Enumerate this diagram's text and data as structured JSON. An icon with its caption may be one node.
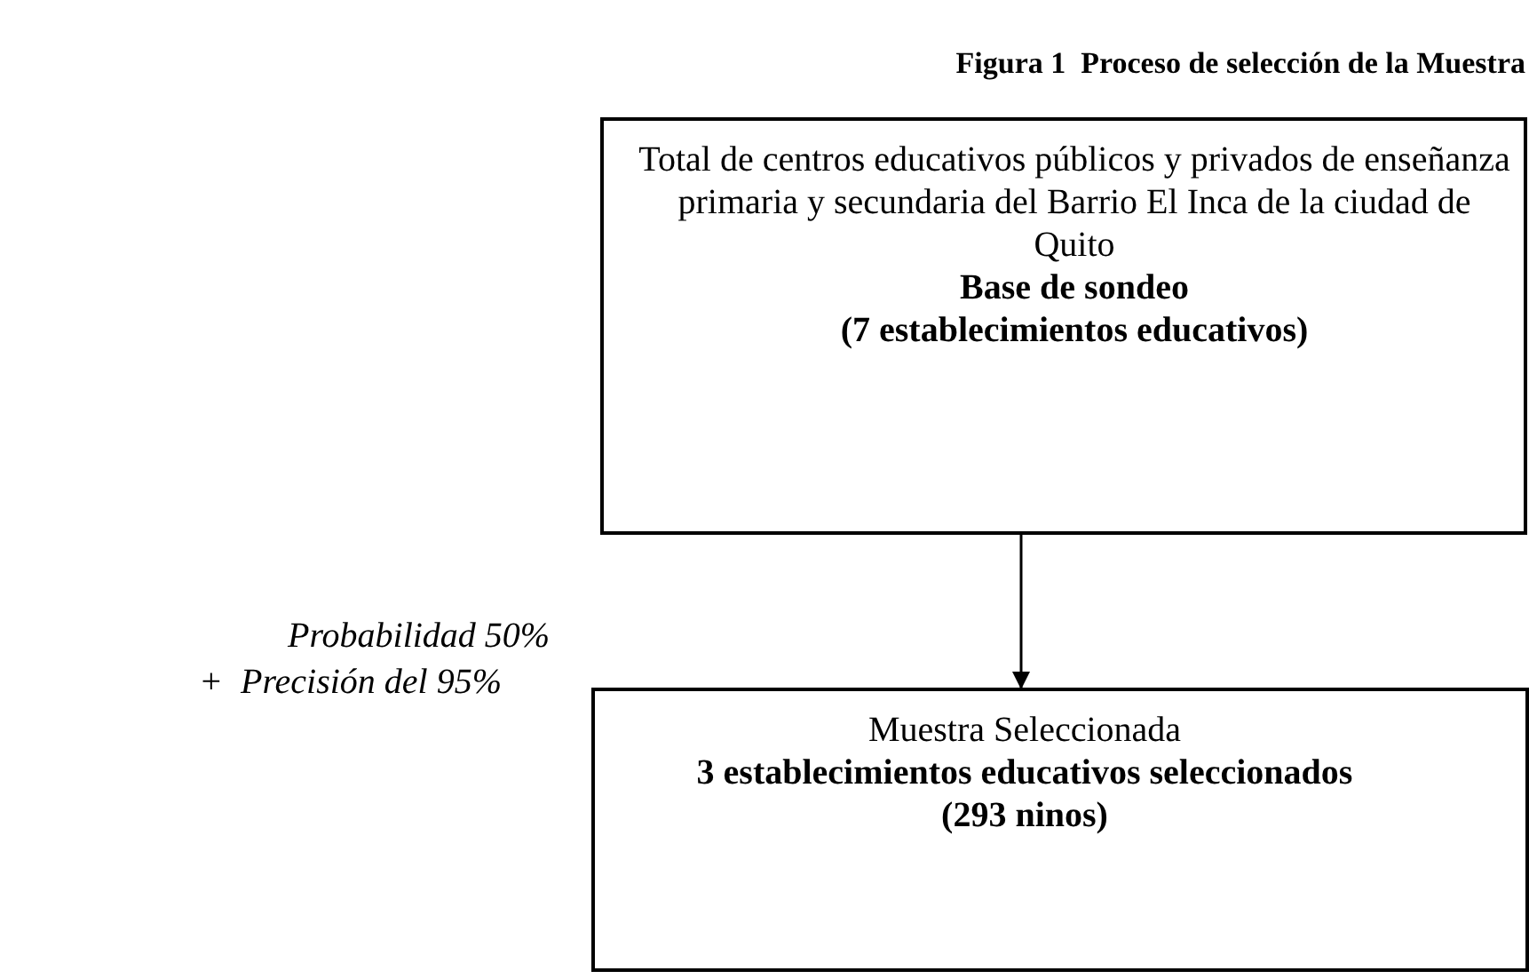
{
  "diagram": {
    "title": "Figura 1  Proceso de selección de la Muestra",
    "nodes": [
      {
        "text": [
          "Total de centros educativos públicos y privados de enseñanza primaria y secundaria del Barrio El Inca de la ciudad de Quito",
          "Base de sondeo",
          "(7 establecimientos educativos)"
        ]
      },
      {
        "text": [
          "Muestra Seleccionada",
          "3 establecimientos educativos seleccionados",
          "(293 ninos)"
        ]
      }
    ],
    "edges": [
      {
        "from": 0,
        "to": 1,
        "arrow": "to"
      }
    ],
    "labels": [
      "Probabilidad 50%",
      "+  Precisión del 95%"
    ]
  }
}
